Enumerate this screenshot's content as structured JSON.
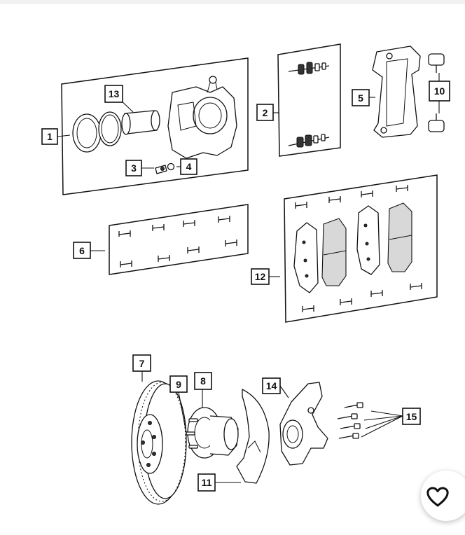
{
  "diagram": {
    "callouts": [
      {
        "id": "c1",
        "label": "1"
      },
      {
        "id": "c2",
        "label": "2"
      },
      {
        "id": "c3",
        "label": "3"
      },
      {
        "id": "c4",
        "label": "4"
      },
      {
        "id": "c5",
        "label": "5"
      },
      {
        "id": "c6",
        "label": "6"
      },
      {
        "id": "c7",
        "label": "7"
      },
      {
        "id": "c8",
        "label": "8"
      },
      {
        "id": "c9",
        "label": "9"
      },
      {
        "id": "c10",
        "label": "10"
      },
      {
        "id": "c11",
        "label": "11"
      },
      {
        "id": "c12",
        "label": "12"
      },
      {
        "id": "c13",
        "label": "13"
      },
      {
        "id": "c14",
        "label": "14"
      },
      {
        "id": "c15",
        "label": "15"
      }
    ]
  },
  "favorite_button": {
    "icon": "heart-icon"
  },
  "colors": {
    "line": "#111111",
    "background": "#ffffff"
  }
}
